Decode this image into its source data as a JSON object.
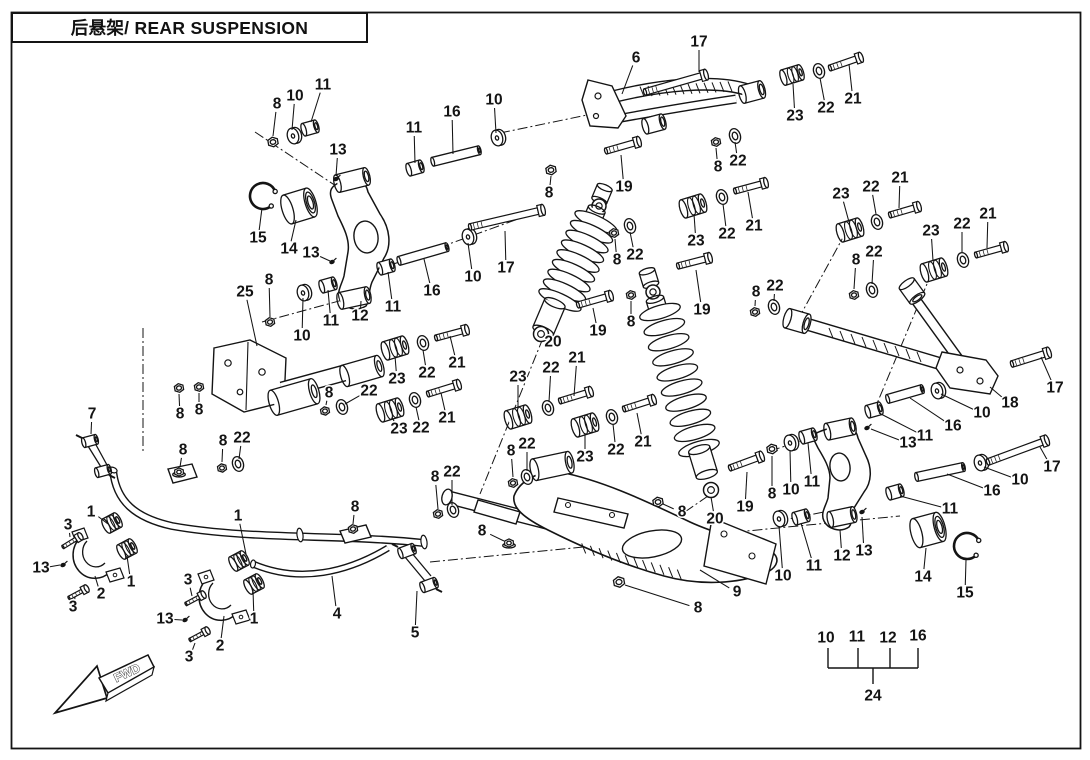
{
  "title": {
    "full": "后悬架/ REAR SUSPENSION",
    "cn": "后悬架",
    "en": "REAR SUSPENSION"
  },
  "fwd_marker": "FWD",
  "colors": {
    "line": "#141414",
    "background": "#ffffff"
  },
  "assembly_group": {
    "label": "24",
    "members": [
      "10",
      "11",
      "12",
      "16"
    ]
  },
  "callouts": [
    [
      "8",
      277,
      104,
      273,
      136
    ],
    [
      "10",
      295,
      96,
      292,
      130
    ],
    [
      "11",
      323,
      85,
      311,
      122
    ],
    [
      "13",
      338,
      150,
      336,
      176
    ],
    [
      "11",
      414,
      128,
      415,
      163
    ],
    [
      "16",
      452,
      112,
      453,
      154
    ],
    [
      "10",
      494,
      100,
      496,
      133
    ],
    [
      "15",
      258,
      238,
      262,
      208
    ],
    [
      "14",
      289,
      249,
      296,
      220
    ],
    [
      "13",
      311,
      253,
      330,
      261
    ],
    [
      "25",
      245,
      292,
      257,
      346
    ],
    [
      "8",
      269,
      280,
      270,
      317
    ],
    [
      "10",
      302,
      336,
      303,
      298
    ],
    [
      "11",
      331,
      321,
      328,
      290
    ],
    [
      "12",
      360,
      316,
      361,
      301
    ],
    [
      "11",
      393,
      307,
      388,
      272
    ],
    [
      "16",
      432,
      291,
      424,
      259
    ],
    [
      "10",
      473,
      277,
      468,
      243
    ],
    [
      "17",
      506,
      268,
      505,
      231
    ],
    [
      "6",
      636,
      58,
      622,
      94
    ],
    [
      "17",
      699,
      42,
      699,
      72
    ],
    [
      "23",
      795,
      116,
      793,
      84
    ],
    [
      "22",
      826,
      108,
      820,
      78
    ],
    [
      "21",
      853,
      99,
      849,
      64
    ],
    [
      "8",
      718,
      167,
      716,
      148
    ],
    [
      "22",
      738,
      161,
      735,
      142
    ],
    [
      "8",
      549,
      193,
      551,
      176
    ],
    [
      "19",
      624,
      187,
      621,
      155
    ],
    [
      "23",
      841,
      194,
      849,
      222
    ],
    [
      "22",
      871,
      187,
      876,
      214
    ],
    [
      "21",
      900,
      178,
      899,
      208
    ],
    [
      "8",
      856,
      260,
      854,
      289
    ],
    [
      "22",
      874,
      252,
      872,
      284
    ],
    [
      "23",
      931,
      231,
      933,
      261
    ],
    [
      "22",
      962,
      224,
      962,
      252
    ],
    [
      "21",
      988,
      214,
      987,
      248
    ],
    [
      "23",
      696,
      241,
      694,
      214
    ],
    [
      "22",
      727,
      234,
      723,
      204
    ],
    [
      "21",
      754,
      226,
      748,
      192
    ],
    [
      "8",
      617,
      260,
      615,
      239
    ],
    [
      "22",
      635,
      255,
      630,
      232
    ],
    [
      "8",
      631,
      322,
      631,
      301
    ],
    [
      "19",
      702,
      310,
      696,
      270
    ],
    [
      "8",
      756,
      292,
      755,
      306
    ],
    [
      "22",
      775,
      286,
      774,
      301
    ],
    [
      "20",
      553,
      342,
      545,
      335
    ],
    [
      "19",
      598,
      331,
      593,
      308
    ],
    [
      "23",
      518,
      377,
      518,
      409
    ],
    [
      "22",
      551,
      368,
      549,
      402
    ],
    [
      "21",
      577,
      358,
      574,
      396
    ],
    [
      "23",
      585,
      457,
      585,
      433
    ],
    [
      "22",
      616,
      450,
      613,
      424
    ],
    [
      "21",
      643,
      442,
      637,
      413
    ],
    [
      "8",
      511,
      451,
      513,
      477
    ],
    [
      "22",
      527,
      444,
      527,
      471
    ],
    [
      "8",
      329,
      393,
      326,
      405
    ],
    [
      "22",
      369,
      391,
      345,
      404
    ],
    [
      "23",
      397,
      379,
      395,
      356
    ],
    [
      "22",
      427,
      373,
      423,
      350
    ],
    [
      "21",
      457,
      363,
      450,
      336
    ],
    [
      "23",
      399,
      429,
      392,
      417
    ],
    [
      "22",
      421,
      428,
      416,
      407
    ],
    [
      "21",
      447,
      418,
      441,
      393
    ],
    [
      "8",
      180,
      414,
      179,
      394
    ],
    [
      "8",
      199,
      410,
      199,
      393
    ],
    [
      "8",
      223,
      441,
      222,
      462
    ],
    [
      "22",
      242,
      438,
      239,
      459
    ],
    [
      "8",
      183,
      450,
      180,
      467
    ],
    [
      "7",
      92,
      414,
      91,
      434
    ],
    [
      "8",
      355,
      507,
      353,
      524
    ],
    [
      "8",
      435,
      477,
      438,
      509
    ],
    [
      "22",
      452,
      472,
      452,
      505
    ],
    [
      "8",
      482,
      531,
      504,
      541
    ],
    [
      "1",
      91,
      512,
      108,
      524
    ],
    [
      "3",
      68,
      525,
      70,
      537
    ],
    [
      "13",
      41,
      568,
      60,
      565
    ],
    [
      "2",
      101,
      594,
      95,
      576
    ],
    [
      "3",
      73,
      607,
      75,
      597
    ],
    [
      "1",
      131,
      582,
      127,
      556
    ],
    [
      "1",
      238,
      516,
      246,
      554
    ],
    [
      "3",
      188,
      580,
      192,
      596
    ],
    [
      "13",
      165,
      619,
      182,
      620
    ],
    [
      "2",
      220,
      646,
      224,
      616
    ],
    [
      "3",
      189,
      657,
      195,
      643
    ],
    [
      "1",
      254,
      619,
      253,
      590
    ],
    [
      "4",
      337,
      614,
      332,
      576
    ],
    [
      "5",
      415,
      633,
      417,
      591
    ],
    [
      "8",
      682,
      512,
      663,
      504
    ],
    [
      "20",
      715,
      519,
      711,
      497
    ],
    [
      "19",
      745,
      507,
      747,
      472
    ],
    [
      "8",
      698,
      608,
      625,
      585
    ],
    [
      "9",
      737,
      592,
      700,
      570
    ],
    [
      "8",
      772,
      494,
      772,
      456
    ],
    [
      "10",
      791,
      490,
      790,
      450
    ],
    [
      "11",
      812,
      482,
      808,
      443
    ],
    [
      "13",
      908,
      443,
      871,
      429
    ],
    [
      "11",
      925,
      436,
      879,
      413
    ],
    [
      "16",
      953,
      426,
      910,
      398
    ],
    [
      "10",
      982,
      413,
      941,
      394
    ],
    [
      "18",
      1010,
      403,
      990,
      387
    ],
    [
      "17",
      1055,
      388,
      1041,
      357
    ],
    [
      "17",
      1052,
      467,
      1040,
      447
    ],
    [
      "10",
      1020,
      480,
      984,
      467
    ],
    [
      "16",
      992,
      491,
      947,
      474
    ],
    [
      "11",
      950,
      509,
      900,
      496
    ],
    [
      "10",
      783,
      576,
      779,
      526
    ],
    [
      "11",
      814,
      566,
      801,
      523
    ],
    [
      "12",
      842,
      556,
      840,
      530
    ],
    [
      "13",
      864,
      551,
      862,
      517
    ],
    [
      "14",
      923,
      577,
      926,
      548
    ],
    [
      "15",
      965,
      593,
      966,
      560
    ],
    [
      "10",
      826,
      638
    ],
    [
      "11",
      857,
      637
    ],
    [
      "12",
      888,
      638
    ],
    [
      "16",
      918,
      636
    ],
    [
      "24",
      873,
      696
    ]
  ]
}
